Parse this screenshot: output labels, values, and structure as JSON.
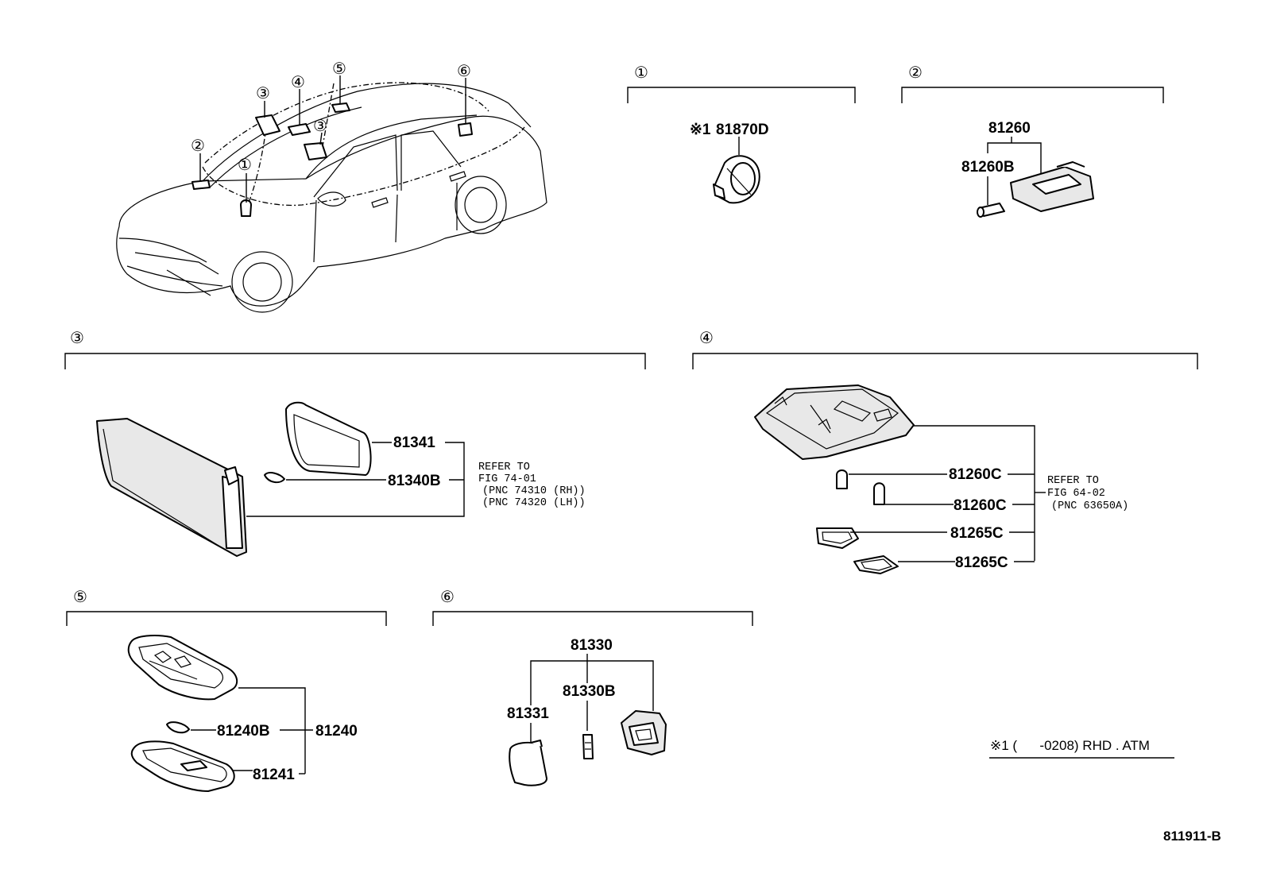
{
  "figure_code": "811911-B",
  "footnote": "※1 (      -0208) RHD . ATM",
  "callouts": [
    "①",
    "②",
    "③",
    "④",
    "⑤",
    "⑥"
  ],
  "section1": {
    "marker": "①",
    "part_prefix": "※1",
    "part": "81870D"
  },
  "section2": {
    "marker": "②",
    "assembly": "81260",
    "bulb": "81260B"
  },
  "section3": {
    "marker": "③",
    "parts": [
      "81341",
      "81340B"
    ],
    "refer": [
      "REFER TO",
      "FIG 74-01",
      "(PNC 74310 (RH))",
      "(PNC 74320 (LH))"
    ]
  },
  "section4": {
    "marker": "④",
    "parts": [
      "81260C",
      "81260C",
      "81265C",
      "81265C"
    ],
    "refer": [
      "REFER TO",
      "FIG 64-02",
      "(PNC 63650A)"
    ]
  },
  "section5": {
    "marker": "⑤",
    "assembly": "81240",
    "bulb": "81240B",
    "lens": "81241"
  },
  "section6": {
    "marker": "⑥",
    "assembly": "81330",
    "cover": "81331",
    "bulb": "81330B"
  }
}
